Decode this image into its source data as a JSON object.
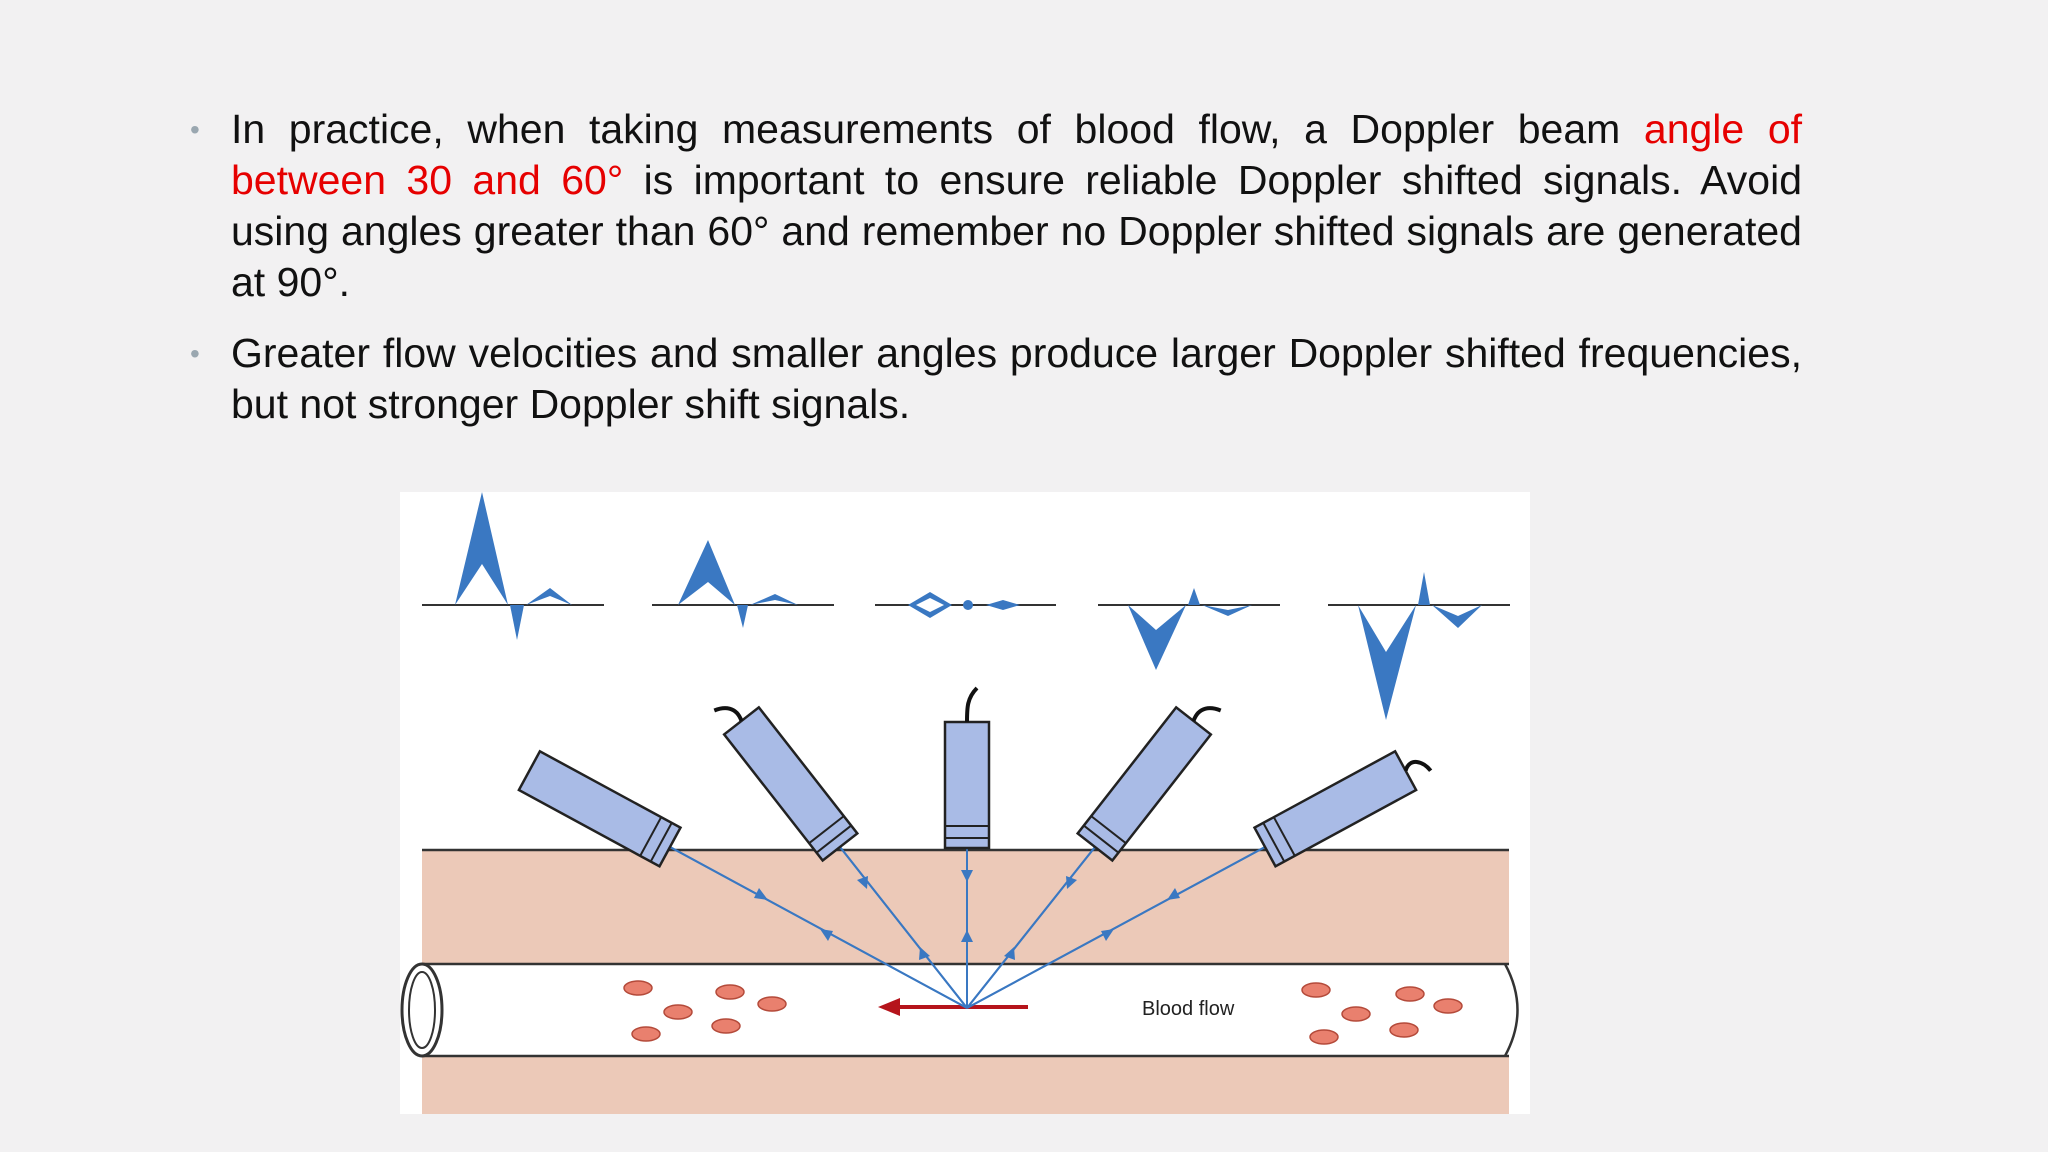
{
  "bullets": [
    {
      "prefix": "In practice, when taking measurements of blood flow, a Doppler beam ",
      "highlight": "angle of between 30 and 60°",
      "suffix": " is important to ensure reliable Doppler shifted signals. Avoid using angles greater than 60° and remember no Doppler shifted signals are generated at 90°."
    },
    {
      "prefix": "Greater flow velocities and smaller angles produce larger Doppler shifted frequencies, but not stronger Doppler shift signals.",
      "highlight": "",
      "suffix": ""
    }
  ],
  "figure": {
    "vessel_label": "Blood flow",
    "colors": {
      "highlight": "#e60000",
      "signal_blue": "#3a78c2",
      "probe_fill": "#a9bbe6",
      "tissue": "#ecc9b8",
      "cell": "#e9806e",
      "flow_arrow": "#b5141b"
    }
  }
}
